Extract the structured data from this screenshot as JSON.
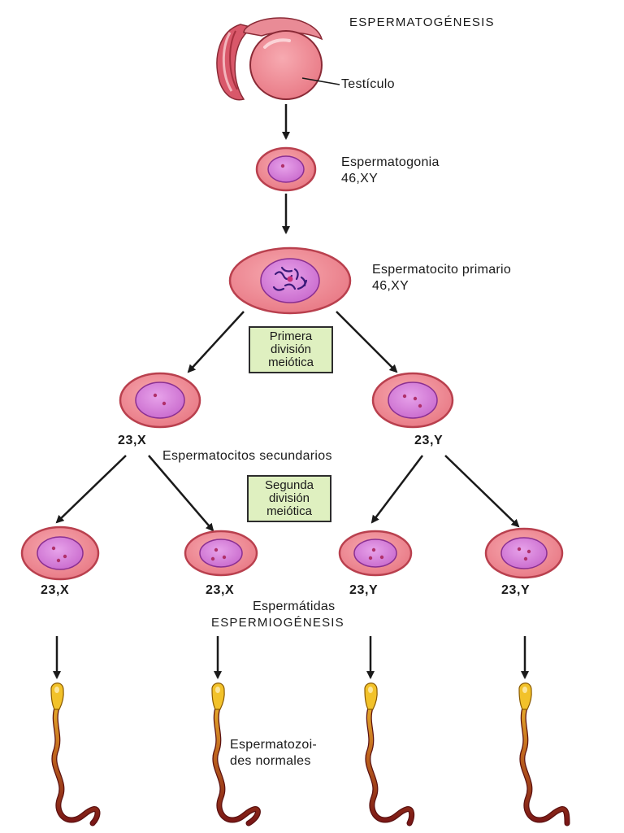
{
  "title": "ESPERMATOGÉNESIS",
  "testis_label": "Testículo",
  "spermatogonia": {
    "name": "Espermatogonia",
    "karyotype": "46,XY"
  },
  "primary_spermatocyte": {
    "name": "Espermatocito primario",
    "karyotype": "46,XY"
  },
  "first_division": {
    "lines": [
      "Primera",
      "división",
      "meiótica"
    ]
  },
  "secondary_spermatocytes": {
    "name": "Espermatocitos secundarios",
    "left_karyotype": "23,X",
    "right_karyotype": "23,Y"
  },
  "second_division": {
    "lines": [
      "Segunda",
      "división",
      "meiótica"
    ]
  },
  "spermatids": {
    "name": "Espermátidas",
    "karyotypes": [
      "23,X",
      "23,X",
      "23,Y",
      "23,Y"
    ]
  },
  "spermiogenesis": "ESPERMIOGÉNESIS",
  "spermatozoa": {
    "lines": [
      "Espermatozoi-",
      "des normales"
    ]
  },
  "colors": {
    "cell_fill": "#ee8a94",
    "cell_stroke": "#b9404e",
    "nucleus_fill": "#d27ad6",
    "nucleus_stroke": "#8a2f92",
    "box_fill": "#dff0c0",
    "sperm_head": "#f2c22a",
    "sperm_tail": "#8a1e1e",
    "arrow": "#1a1a1a"
  }
}
